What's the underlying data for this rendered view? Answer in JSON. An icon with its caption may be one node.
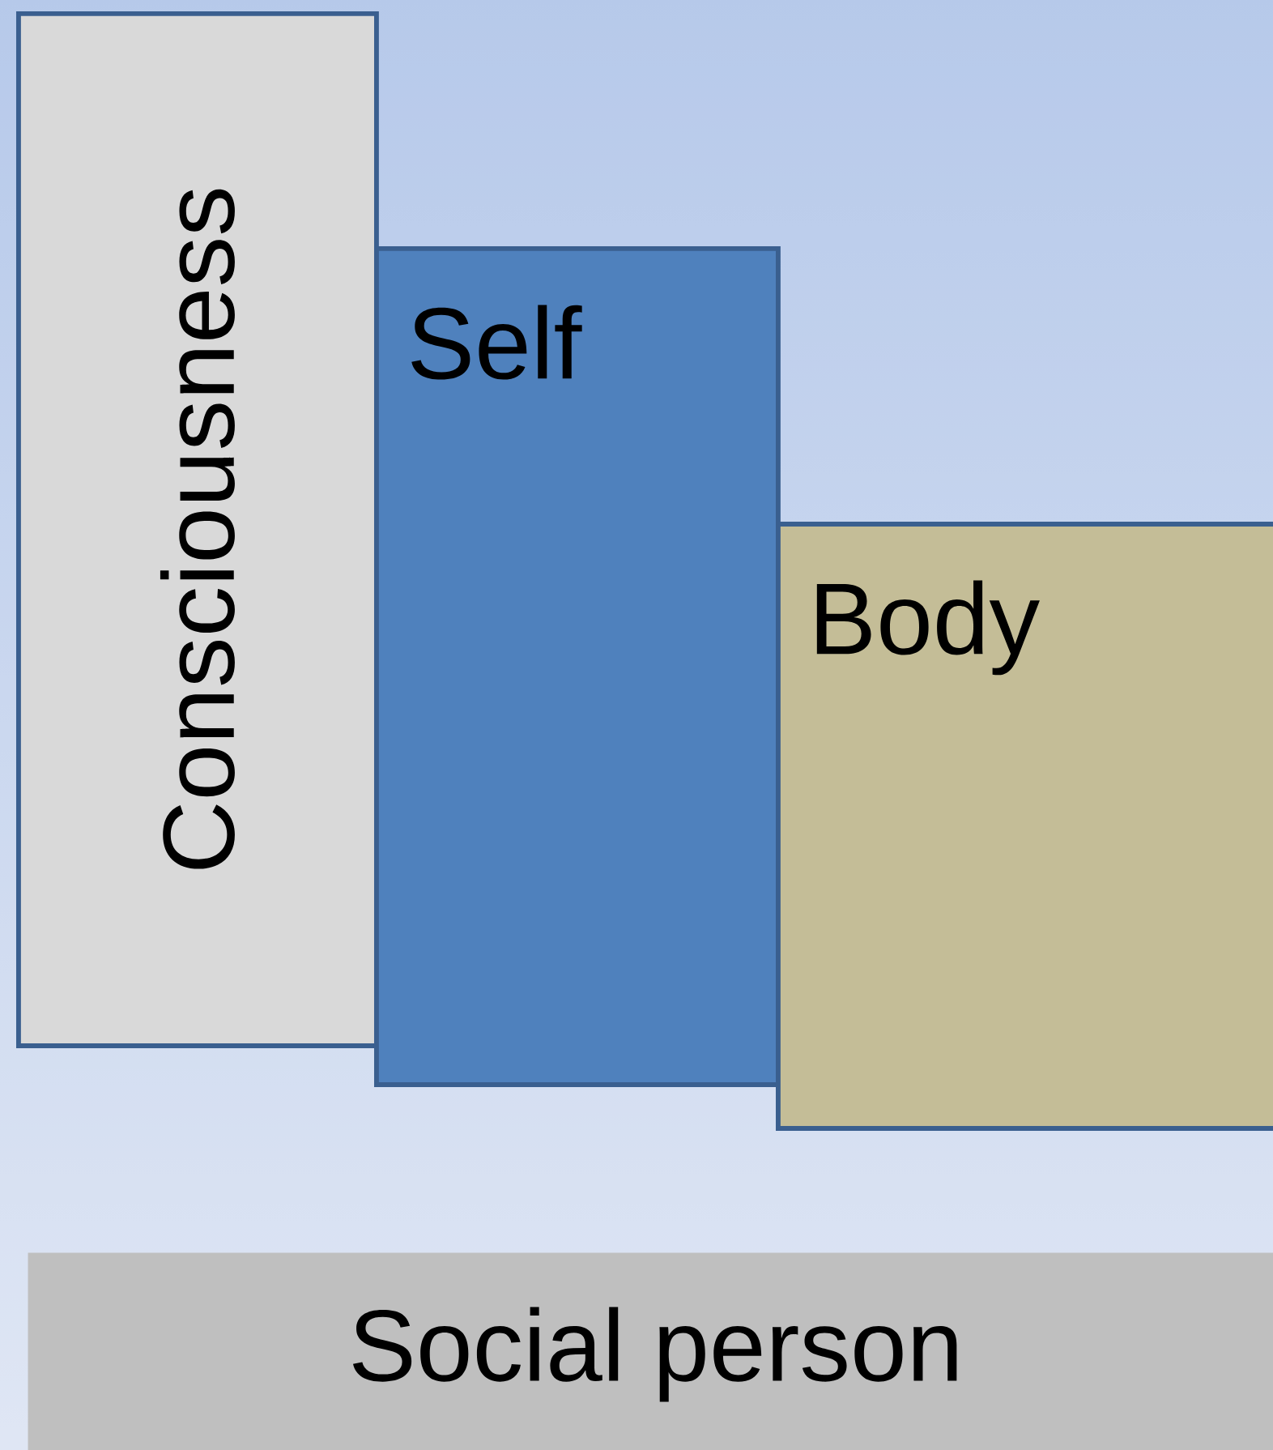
{
  "diagram": {
    "nodes": [
      {
        "text": [
          "Consciousness"
        ]
      },
      {
        "text": [
          "Self"
        ]
      },
      {
        "text": [
          "Body"
        ]
      },
      {
        "text": [
          "Social person"
        ]
      }
    ]
  }
}
